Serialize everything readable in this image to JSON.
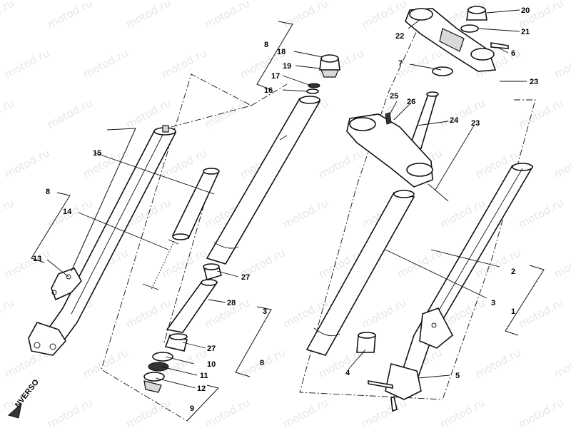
{
  "watermark": "motod.ru",
  "front_label": "NVERSO",
  "callouts": {
    "c1": "1",
    "c2": "2",
    "c3a": "3",
    "c3b": "3",
    "c4": "4",
    "c5": "5",
    "c6": "6",
    "c7": "7",
    "c8a": "8",
    "c8b": "8",
    "c8c": "8",
    "c9": "9",
    "c10": "10",
    "c11": "11",
    "c12": "12",
    "c13": "13",
    "c14": "14",
    "c15": "15",
    "c16": "16",
    "c17": "17",
    "c18": "18",
    "c19": "19",
    "c20": "20",
    "c21": "21",
    "c22": "22",
    "c23a": "23",
    "c23b": "23",
    "c24": "24",
    "c25": "25",
    "c26": "26",
    "c27a": "27",
    "c27b": "27",
    "c28": "28"
  }
}
